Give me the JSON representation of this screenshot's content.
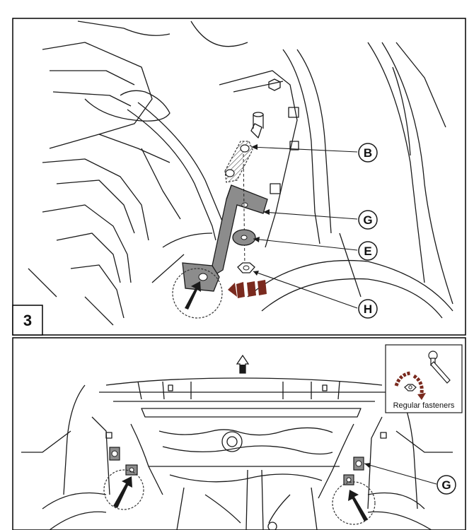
{
  "step": {
    "number": "3"
  },
  "callouts": {
    "b": "B",
    "g": "G",
    "e": "E",
    "h": "H",
    "g2": "G"
  },
  "legend": {
    "label": "Regular fasteners"
  },
  "colors": {
    "line": "#1a1a1a",
    "bracket_fill": "#8c8c8c",
    "arrow_fill": "#1a1a1a",
    "hatched_arrow": "#7a2a1e",
    "frame": "#000000"
  },
  "icons": {
    "direction_arrow": "forward-arrow-icon",
    "wrench": "ratchet-wrench-icon",
    "rotation": "clockwise-rotation-icon"
  }
}
